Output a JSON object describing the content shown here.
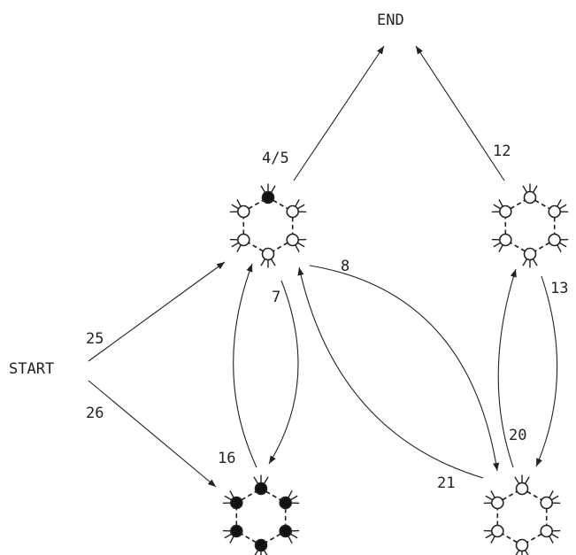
{
  "diagram": {
    "nodes": {
      "start": "START",
      "end": "END"
    },
    "edge_labels": {
      "start_to_top_left": "25",
      "start_to_bottom_left": "26",
      "top_left_to_end": "4/5",
      "top_right_to_end": "12",
      "top_left_to_bottom_left": "7",
      "top_left_to_bottom_right": "8",
      "top_right_to_bottom_right": "13",
      "bottom_left_to_top_left": "16",
      "bottom_right_to_top_right": "20",
      "bottom_right_to_top_left": "21"
    },
    "colors": {
      "ink": "#222222",
      "filled_atom": "#111111",
      "empty_atom": "#ffffff"
    }
  }
}
